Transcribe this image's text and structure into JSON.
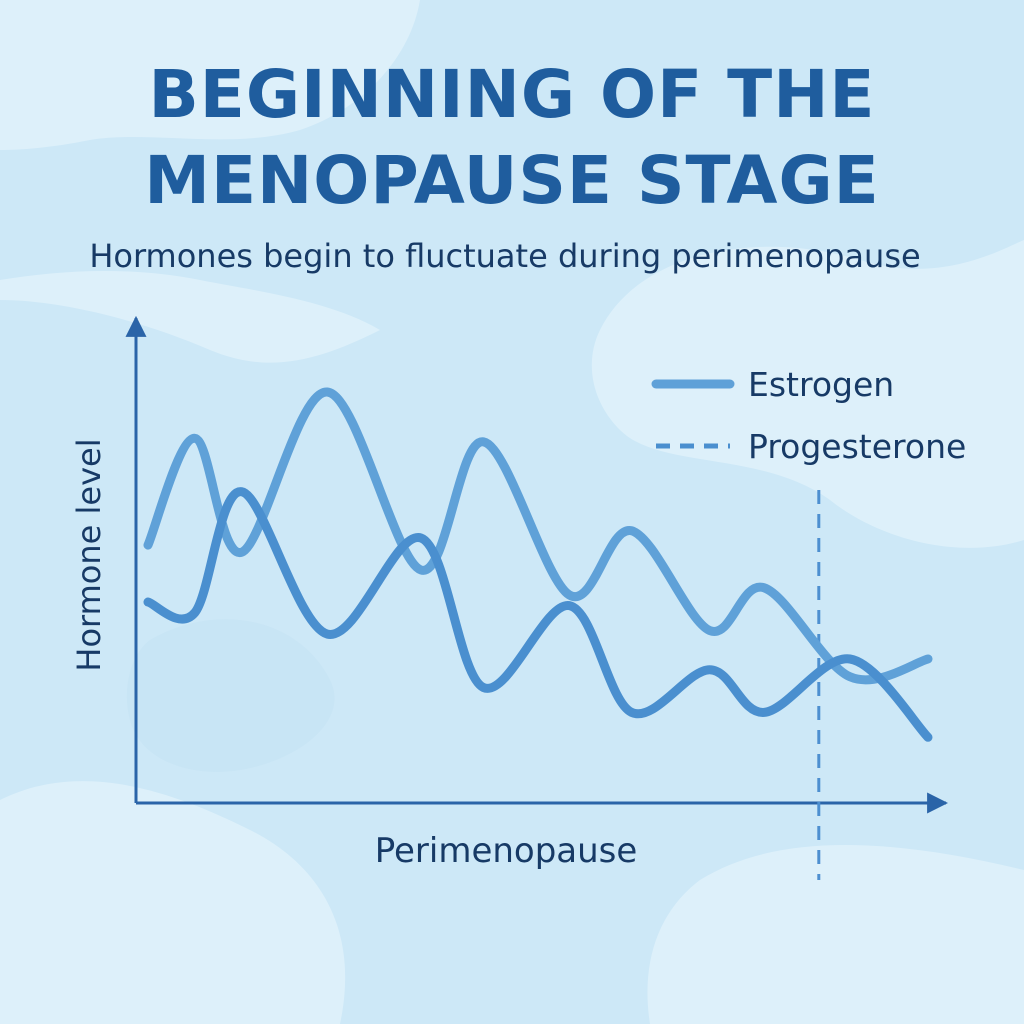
{
  "title": [
    "BEGINNING OF THE",
    "MENOPAUSE STAGE"
  ],
  "subtitle": "Hormones begin to fluctuate during perimenopause",
  "colors": {
    "background": "#cde8f7",
    "blob": "#ddf0fa",
    "blob_dark": "#c4e2f4",
    "title": "#1f5d9e",
    "text": "#173a66",
    "axis": "#2a64a8",
    "estrogen": "#5fa1d8",
    "progesterone": "#4a8fcf",
    "marker": "#4d8fd0"
  },
  "chart_data": {
    "type": "line",
    "xlabel": "Perimenopause",
    "ylabel": "Hormone level",
    "x": [
      0,
      0.06,
      0.12,
      0.23,
      0.35,
      0.43,
      0.54,
      0.62,
      0.72,
      0.79,
      0.9,
      1
    ],
    "ylim": [
      0,
      1
    ],
    "xlim": [
      0,
      1
    ],
    "marker_x": 0.86,
    "legend_position": "top-right",
    "grid": false,
    "series": [
      {
        "name": "Estrogen",
        "style": "solid",
        "values": [
          0.57,
          0.87,
          0.55,
          1.0,
          0.5,
          0.86,
          0.43,
          0.61,
          0.33,
          0.45,
          0.2,
          0.25
        ]
      },
      {
        "name": "Progesterone",
        "style": "dashed",
        "values": [
          0.41,
          0.38,
          0.72,
          0.32,
          0.59,
          0.17,
          0.4,
          0.1,
          0.22,
          0.1,
          0.25,
          0.03
        ]
      }
    ]
  }
}
